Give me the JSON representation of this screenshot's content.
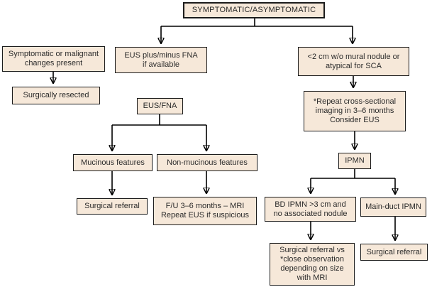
{
  "diagram": {
    "type": "flowchart",
    "colors": {
      "box_fill": "#f6e8d9",
      "box_border": "#1c1c1c",
      "text": "#2b2b2b",
      "connector": "#000000"
    },
    "nodes": {
      "root": "SYMPTOMATIC/ASYMPTOMATIC",
      "symptomatic_malignant": "Symptomatic or malignant\nchanges present",
      "surgically_resected": "Surgically resected",
      "eus_plus_minus_fna": "EUS plus/minus FNA\nif available",
      "lt_2cm": "<2 cm w/o mural nodule or\natypical for SCA",
      "eus_fna": "EUS/FNA",
      "repeat_imaging": "*Repeat cross-sectional\nimaging in 3–6 months\nConsider EUS",
      "mucinous": "Mucinous features",
      "non_mucinous": "Non-mucinous features",
      "ipmn": "IPMN",
      "surgical_referral_mucinous": "Surgical referral",
      "fu_mri": "F/U 3–6 months – MRI\nRepeat EUS if suspicious",
      "bd_ipmn": "BD IPMN >3 cm and\nno associated nodule",
      "main_duct_ipmn": "Main-duct IPMN",
      "surgical_vs_observation": "Surgical referral vs\n*close observation\ndepending on size\nwith MRI",
      "surgical_referral_main_duct": "Surgical referral"
    }
  }
}
